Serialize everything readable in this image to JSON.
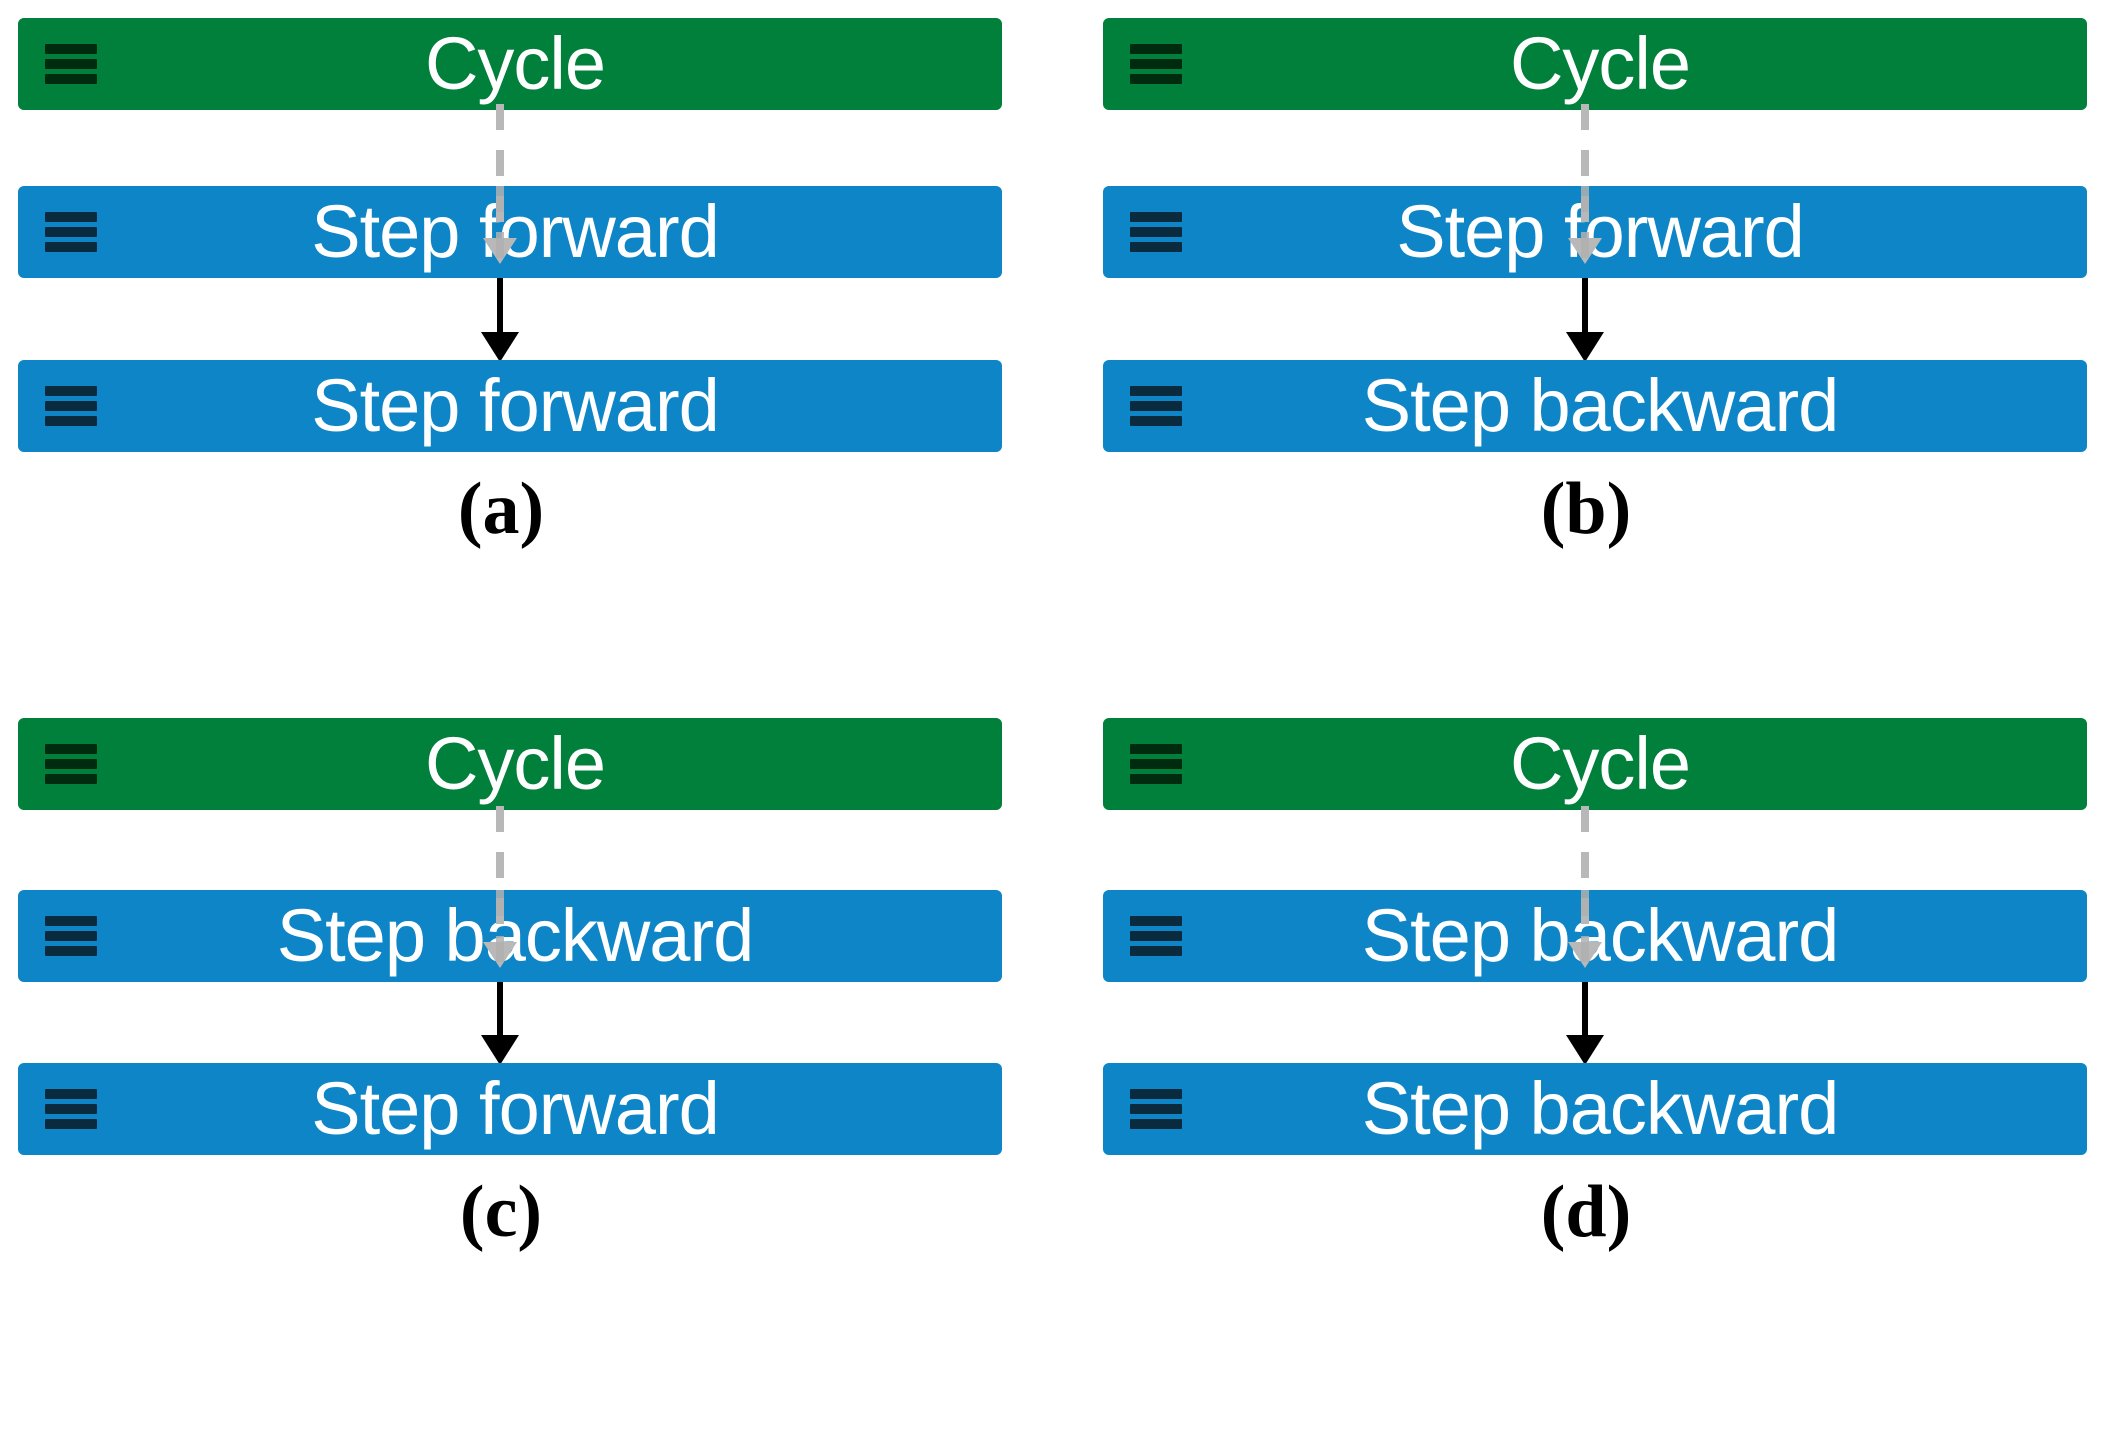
{
  "figure": {
    "title": "",
    "background_color": "#ffffff",
    "node_colors": {
      "cycle": "#00803a",
      "step": "#0d85c6",
      "handle_on_green": "#002b0e",
      "handle_on_blue": "#0a2a3e",
      "label_text": "#ffffff",
      "dashed_connector": "#b8b8b8",
      "solid_connector": "#000000",
      "caption_text": "#000000"
    },
    "icons": {
      "handle": "hamburger-icon"
    }
  },
  "panels": [
    {
      "id": "a",
      "caption": "(a)",
      "nodes": [
        {
          "label": "Cycle",
          "type": "cycle"
        },
        {
          "label": "Step forward",
          "type": "step"
        },
        {
          "label": "Step forward",
          "type": "step"
        }
      ],
      "connectors": [
        {
          "from": 0,
          "to": 1,
          "style": "dashed"
        },
        {
          "from": 1,
          "to": 2,
          "style": "solid"
        }
      ]
    },
    {
      "id": "b",
      "caption": "(b)",
      "nodes": [
        {
          "label": "Cycle",
          "type": "cycle"
        },
        {
          "label": "Step forward",
          "type": "step"
        },
        {
          "label": "Step backward",
          "type": "step"
        }
      ],
      "connectors": [
        {
          "from": 0,
          "to": 1,
          "style": "dashed"
        },
        {
          "from": 1,
          "to": 2,
          "style": "solid"
        }
      ]
    },
    {
      "id": "c",
      "caption": "(c)",
      "nodes": [
        {
          "label": "Cycle",
          "type": "cycle"
        },
        {
          "label": "Step backward",
          "type": "step"
        },
        {
          "label": "Step forward",
          "type": "step"
        }
      ],
      "connectors": [
        {
          "from": 0,
          "to": 1,
          "style": "dashed"
        },
        {
          "from": 1,
          "to": 2,
          "style": "solid"
        }
      ]
    },
    {
      "id": "d",
      "caption": "(d)",
      "nodes": [
        {
          "label": "Cycle",
          "type": "cycle"
        },
        {
          "label": "Step backward",
          "type": "step"
        },
        {
          "label": "Step backward",
          "type": "step"
        }
      ],
      "connectors": [
        {
          "from": 0,
          "to": 1,
          "style": "dashed"
        },
        {
          "from": 1,
          "to": 2,
          "style": "solid"
        }
      ]
    }
  ]
}
